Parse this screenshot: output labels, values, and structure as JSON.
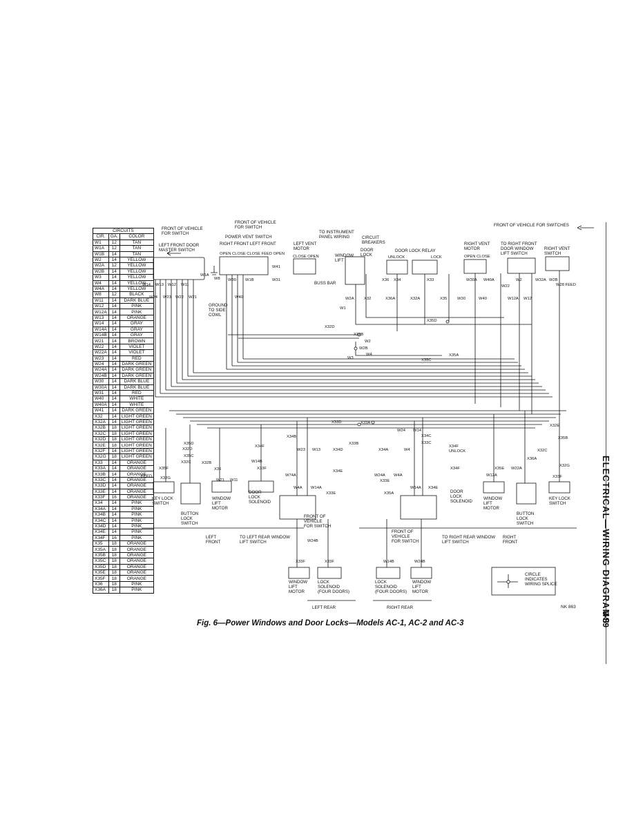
{
  "circuits": {
    "title": "CIRCUITS",
    "headers": [
      "CIR.",
      "GA.",
      "COLOR"
    ],
    "rows": [
      [
        "W1",
        "12",
        "TAN"
      ],
      [
        "W1A",
        "12",
        "TAN"
      ],
      [
        "W1B",
        "14",
        "TAN"
      ],
      [
        "W2",
        "14",
        "YELLOW"
      ],
      [
        "W2A",
        "12",
        "YELLOW"
      ],
      [
        "W2B",
        "14",
        "YELLOW"
      ],
      [
        "W3",
        "14",
        "YELLOW"
      ],
      [
        "W4",
        "14",
        "YELLOW"
      ],
      [
        "W4A",
        "14",
        "YELLOW"
      ],
      [
        "W8",
        "12",
        "BLACK"
      ],
      [
        "W11",
        "14",
        "DARK BLUE"
      ],
      [
        "W12",
        "14",
        "PINK"
      ],
      [
        "W12A",
        "14",
        "PINK"
      ],
      [
        "W13",
        "14",
        "ORANGE"
      ],
      [
        "W14",
        "14",
        "GRAY"
      ],
      [
        "W14A",
        "14",
        "GRAY"
      ],
      [
        "W14B",
        "14",
        "GRAY"
      ],
      [
        "W21",
        "14",
        "BROWN"
      ],
      [
        "W22",
        "14",
        "VIOLET"
      ],
      [
        "W22A",
        "14",
        "VIOLET"
      ],
      [
        "W23",
        "14",
        "RED"
      ],
      [
        "W24",
        "14",
        "DARK GREEN"
      ],
      [
        "W24A",
        "14",
        "DARK GREEN"
      ],
      [
        "W24B",
        "14",
        "DARK GREEN"
      ],
      [
        "W30",
        "14",
        "DARK BLUE"
      ],
      [
        "W30A",
        "14",
        "DARK BLUE"
      ],
      [
        "W31",
        "14",
        "RED"
      ],
      [
        "W40",
        "14",
        "WHITE"
      ],
      [
        "W40A",
        "14",
        "WHITE"
      ],
      [
        "W41",
        "14",
        "DARK GREEN"
      ],
      [
        "X32",
        "14",
        "LIGHT GREEN"
      ],
      [
        "X32A",
        "14",
        "LIGHT GREEN"
      ],
      [
        "X32B",
        "18",
        "LIGHT GREEN"
      ],
      [
        "X32C",
        "18",
        "LIGHT GREEN"
      ],
      [
        "X32D",
        "18",
        "LIGHT GREEN"
      ],
      [
        "X32E",
        "18",
        "LIGHT GREEN"
      ],
      [
        "X32F",
        "14",
        "LIGHT GREEN"
      ],
      [
        "X32G",
        "18",
        "LIGHT GREEN"
      ],
      [
        "X33",
        "14",
        "ORANGE"
      ],
      [
        "X33A",
        "14",
        "ORANGE"
      ],
      [
        "X33B",
        "14",
        "ORANGE"
      ],
      [
        "X33C",
        "14",
        "ORANGE"
      ],
      [
        "X33D",
        "14",
        "ORANGE"
      ],
      [
        "X33E",
        "14",
        "ORANGE"
      ],
      [
        "X33F",
        "16",
        "ORANGE"
      ],
      [
        "X34",
        "14",
        "PINK"
      ],
      [
        "X34A",
        "14",
        "PINK"
      ],
      [
        "X34B",
        "14",
        "PINK"
      ],
      [
        "X34C",
        "14",
        "PINK"
      ],
      [
        "X34D",
        "14",
        "PINK"
      ],
      [
        "X34E",
        "14",
        "PINK"
      ],
      [
        "X34F",
        "16",
        "PINK"
      ],
      [
        "X35",
        "18",
        "ORANGE"
      ],
      [
        "X35A",
        "18",
        "ORANGE"
      ],
      [
        "X35B",
        "18",
        "ORANGE"
      ],
      [
        "X35C",
        "18",
        "ORANGE"
      ],
      [
        "X35D",
        "18",
        "ORANGE"
      ],
      [
        "X35E",
        "18",
        "ORANGE"
      ],
      [
        "X35F",
        "18",
        "ORANGE"
      ],
      [
        "X36",
        "18",
        "PINK"
      ],
      [
        "X36A",
        "18",
        "PINK"
      ]
    ]
  },
  "diagram": {
    "labels": {
      "front_vehicle_switch_left": "FRONT OF VEHICLE\nFOR SWITCH",
      "left_front_door_master": "LEFT FRONT DOOR\nMASTER SWITCH",
      "front_vehicle_switch_top": "FRONT OF VEHICLE\nFOR SWITCH",
      "power_vent_switch": "POWER VENT SWITCH",
      "right_front_left_front": "RIGHT FRONT  LEFT FRONT",
      "open_close": "OPEN  CLOSE CLOSE  FEED OPEN",
      "to_instrument_panel": "TO INSTRUMENT\nPANEL WIRING",
      "circuit_breakers": "CIRCUIT\nBREAKERS",
      "left_vent_motor": "LEFT VENT\nMOTOR",
      "close_open": "CLOSE  OPEN",
      "window_lift": "WINDOW\nLIFT",
      "door_lock": "DOOR\nLOCK",
      "door_lock_relay": "DOOR LOCK RELAY",
      "unlock": "UNLOCK",
      "lock": "LOCK",
      "buss_bar": "BUSS BAR",
      "front_vehicle_switches": "FRONT OF VEHICLE FOR SWITCHES",
      "right_vent_motor": "RIGHT VENT\nMOTOR",
      "open_close_right": "OPEN   CLOSE",
      "to_right_front_window": "TO RIGHT FRONT\nDOOR WINDOW\nLIFT SWITCH",
      "right_vent_switch": "RIGHT VENT\nSWITCH",
      "ground_to_side_cowl": "GROUND\nTO SIDE\nCOWL",
      "key_lock_switch_left": "KEY LOCK\nSWITCH",
      "button_lock_switch_left": "BUTTON\nLOCK\nSWITCH",
      "window_lift_motor_left": "WINDOW\nLIFT\nMOTOR",
      "door_lock_solenoid_left": "DOOR\nLOCK\nSOLENOID",
      "left_front": "LEFT\nFRONT",
      "to_left_rear_window": "TO LEFT REAR WINDOW\nLIFT SWITCH",
      "front_of_vehicle_for_switch_lr": "FRONT OF\nVEHICLE\nFOR SWITCH",
      "window_lift_motor_lr": "WINDOW\nLIFT\nMOTOR",
      "lock_solenoid_four": "LOCK\nSOLENOID\n(FOUR DOORS)",
      "left_rear": "LEFT REAR",
      "right_rear": "RIGHT REAR",
      "lock_solenoid_four_r": "LOCK\nSOLENOID\n(FOUR DOORS)",
      "window_lift_motor_rr": "WINDOW\nLIFT\nMOTOR",
      "front_vehicle_for_switch_rr": "FRONT OF\nVEHICLE\nFOR SWITCH",
      "to_right_rear_window": "TO RIGHT REAR WINDOW\nLIFT SWITCH",
      "right_front": "RIGHT\nFRONT",
      "door_lock_solenoid_right": "DOOR\nLOCK\nSOLENOID",
      "window_lift_motor_right": "WINDOW\nLIFT\nMOTOR",
      "button_lock_switch_right": "BUTTON\nLOCK\nSWITCH",
      "key_lock_switch_right": "KEY LOCK\nSWITCH",
      "circle_splice": "CIRCLE\nINDICATES\nWIRING SPLICE",
      "feed": "FEED",
      "unlock_feed_lock": "LOCK FEED UNLOCK",
      "ref_code": "NK 863"
    },
    "wire_codes": [
      "W14",
      "W13",
      "W12",
      "W11",
      "W1A",
      "W8",
      "W30",
      "W1B",
      "W41",
      "W31",
      "W24",
      "W23",
      "W22",
      "W21",
      "W40",
      "W1",
      "W2A",
      "X32",
      "X36",
      "X34",
      "X33",
      "X36A",
      "X32A",
      "X35",
      "W30",
      "W40",
      "W30A",
      "W40A",
      "W22",
      "W2",
      "W32A",
      "W2B",
      "W28 FEED",
      "W12A",
      "W12",
      "X35D",
      "X32D",
      "X32B",
      "W2",
      "W2B",
      "W4",
      "W3",
      "X35C",
      "X35A",
      "X33D",
      "X33A",
      "X34B",
      "X33B",
      "W24",
      "W14",
      "X34C",
      "X33C",
      "X34F",
      "UNLOCK",
      "W23",
      "W13",
      "X34D",
      "X34A",
      "W4",
      "X32E",
      "X35B",
      "X35D",
      "X32D",
      "X35F",
      "X32G",
      "X32C",
      "X35C",
      "X32B",
      "X36",
      "X33F",
      "W21",
      "W11",
      "X34F",
      "W74A",
      "W4A",
      "W14A",
      "X34E",
      "X33E",
      "W24A",
      "W4A",
      "W14A",
      "X34E",
      "X33E",
      "X35A",
      "X32C",
      "X36A",
      "W22A",
      "W12A",
      "X35E",
      "X32G",
      "X33F",
      "X34F",
      "W14B",
      "W24B",
      "X33F",
      "X33F",
      "W14B",
      "W24B"
    ]
  },
  "caption": "Fig. 6—Power Windows and Door Locks—Models AC-1, AC-2 and AC-3",
  "side_title": "ELECTRICAL—WIRING DIAGRAMS",
  "page_number": "8-89"
}
